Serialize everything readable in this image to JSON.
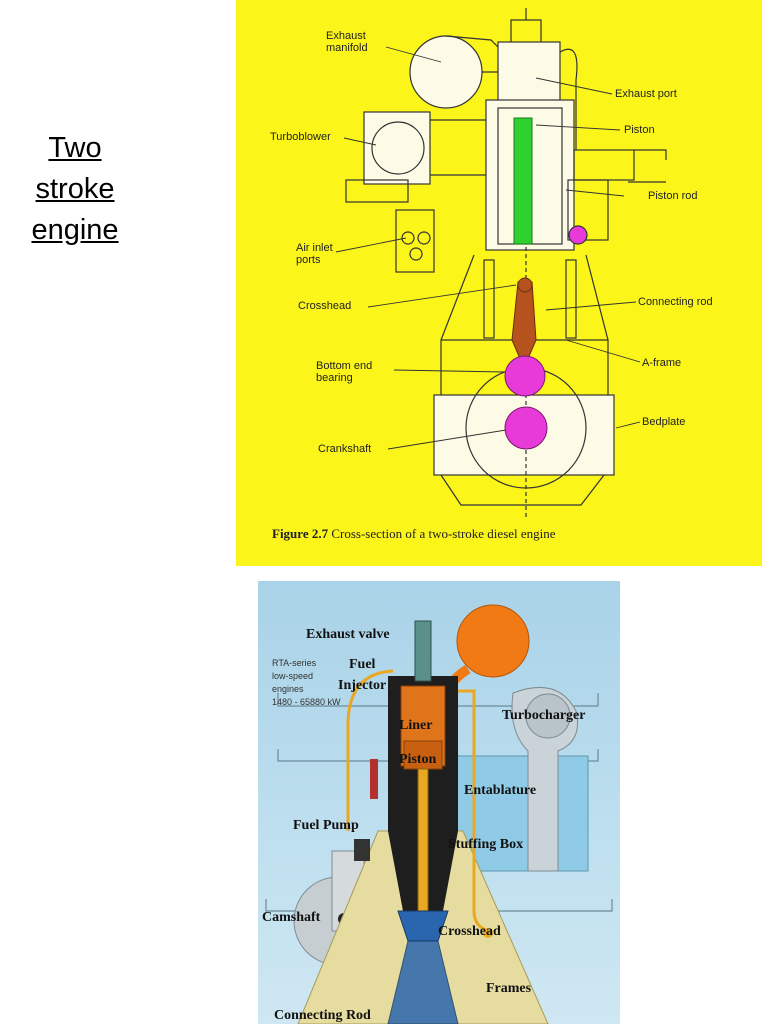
{
  "title": {
    "line1": "Two",
    "line2": "stroke",
    "line3": "engine"
  },
  "figure1": {
    "labels": {
      "exhaust_manifold_1": "Exhaust",
      "exhaust_manifold_2": "manifold",
      "exhaust_port": "Exhaust port",
      "turboblower": "Turboblower",
      "piston": "Piston",
      "piston_rod": "Piston rod",
      "air_inlet_1": "Air inlet",
      "air_inlet_2": "ports",
      "crosshead": "Crosshead",
      "connecting_rod": "Connecting rod",
      "bottom_end_1": "Bottom end",
      "bottom_end_2": "bearing",
      "a_frame": "A-frame",
      "bedplate": "Bedplate",
      "crankshaft": "Crankshaft"
    },
    "caption_prefix": "Figure 2.7",
    "caption_text": "Cross-section of a two-stroke diesel engine",
    "colors": {
      "background": "#fbf51a",
      "piston": "#2fd12f",
      "crank": "#e83ad8",
      "rod": "#b5521e"
    }
  },
  "figure2": {
    "labels": {
      "exhaust_valve": "Exhaust valve",
      "fuel": "Fuel",
      "injector": "Injector",
      "turbocharger": "Turbocharger",
      "liner": "Liner",
      "piston": "Piston",
      "entablature": "Entablature",
      "fuel_pump": "Fuel Pump",
      "stuffing_box": "Stuffing Box",
      "camshaft": "Camshaft",
      "crosshead": "Crosshead",
      "frames": "Frames",
      "connecting_rod": "Connecting Rod"
    },
    "note": {
      "line1": "RTA-series",
      "line2": "low-speed",
      "line3": "engines",
      "line4": "1480 - 65880 kW"
    },
    "colors": {
      "manifold": "#f27a14",
      "liner": "#e0741a",
      "frame": "#e6dca0",
      "pipe": "#e9a824",
      "entablature": "#8fcbe6"
    }
  }
}
